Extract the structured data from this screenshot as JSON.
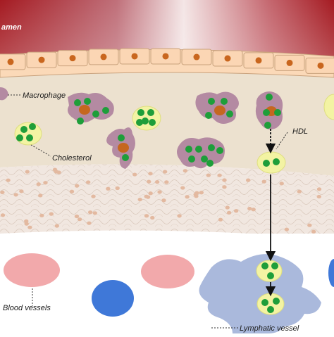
{
  "labels": {
    "lumen": "amen",
    "macrophage": "Macrophage",
    "cholesterol": "Cholesterol",
    "hdl": "HDL",
    "blood_vessels": "Blood vessels",
    "lymphatic_vessel": "Lymphatic vessel"
  },
  "colors": {
    "lumen_red": "#a81c24",
    "endothelial_cell": "#fbd6b4",
    "endothelial_nucleus": "#c9661e",
    "intima": "#ece1cf",
    "media_fibers": "#e6d7cc",
    "macrophage": "#b48aa2",
    "macrophage_nucleus": "#c5671f",
    "cholesterol_droplet": "#1e9e3a",
    "hdl_particle": "#f3f3a3",
    "blood_vessel": "#f2a9ab",
    "blue_vessel": "#3f78d8",
    "lymphatic_vessel": "#a9b9db"
  }
}
